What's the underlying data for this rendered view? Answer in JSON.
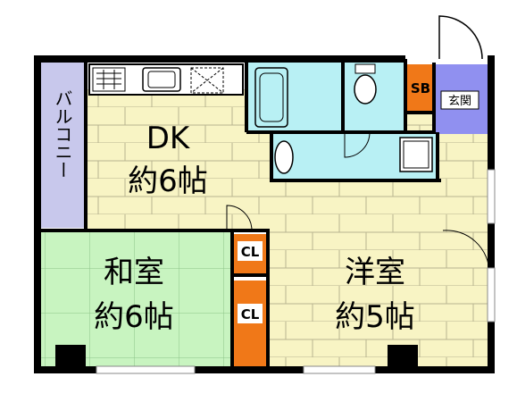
{
  "rooms": {
    "dk": {
      "name": "DK",
      "size": "約6帖"
    },
    "washitsu": {
      "name": "和室",
      "size": "約6帖"
    },
    "youshitsu": {
      "name": "洋室",
      "size": "約5帖"
    },
    "balcony": {
      "name": "バルコニー"
    },
    "genkan": {
      "name": "玄関"
    },
    "sb": {
      "name": "SB"
    },
    "cl1": {
      "name": "CL"
    },
    "cl2": {
      "name": "CL"
    }
  },
  "colors": {
    "dk_floor": "#f8f4c4",
    "washitsu_floor": "#c8f4c0",
    "wet_area": "#b8f0f4",
    "balcony": "#c8c8ec",
    "genkan": "#9090f0",
    "closet": "#f07818",
    "wall": "#000000"
  }
}
